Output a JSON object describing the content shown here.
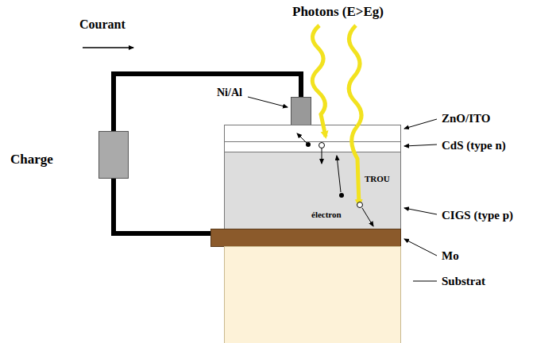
{
  "diagram": {
    "nodes": [
      {
        "text": [
          "Charge"
        ]
      },
      {
        "text": [
          "Ni/Al"
        ]
      },
      {
        "text": [
          "ZnO/ITO"
        ]
      },
      {
        "text": [
          "CdS (type n)"
        ]
      },
      {
        "text": [
          "CIGS (type p)"
        ]
      },
      {
        "text": [
          "Mo"
        ]
      },
      {
        "text": [
          "Substrat"
        ]
      }
    ],
    "edges": [
      {
        "from": 0,
        "to": 1,
        "arrow": "none"
      },
      {
        "from": 0,
        "to": 5,
        "arrow": "none"
      }
    ],
    "labels": [
      "Photons (E>Eg)",
      "Courant",
      "TROU",
      "électron"
    ]
  }
}
